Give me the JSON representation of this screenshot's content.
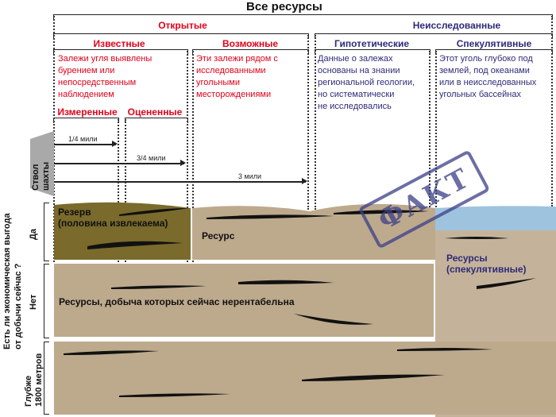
{
  "title": "Все ресурсы",
  "categories": {
    "open": "Открытые",
    "unexplored": "Неисследованные"
  },
  "subcategories": [
    {
      "label": "Известные",
      "desc": [
        "Залежи угля выявлены",
        "бурением или",
        "непосредственным",
        "наблюдением"
      ]
    },
    {
      "label": "Возможные",
      "desc": [
        "Эти залежи рядом с",
        "исследованными",
        "угольными",
        "месторождениями"
      ]
    },
    {
      "label": "Гипотетические",
      "desc": [
        "Данные о залежах",
        "основаны на знании",
        "региональной геологии,",
        "но систематически",
        "не исследовались"
      ]
    },
    {
      "label": "Спекулятивные",
      "desc": [
        "Этот уголь глубоко под",
        "землей, под океанами",
        "или в неисследованных",
        "угольных бассейнах"
      ]
    }
  ],
  "known_split": {
    "measured": "Измеренные",
    "estimated": "Оцененные"
  },
  "shaft": [
    "Ствол",
    "шахты"
  ],
  "distances": [
    "1/4 мили",
    "3/4 мили",
    "3 мили"
  ],
  "layers": {
    "reserve": [
      "Резерв",
      "(половина извлекаема)"
    ],
    "resource": "Ресурс",
    "uneconomic": "Ресурсы, добыча которых сейчас нерентабельна",
    "speculative": [
      "Ресурсы",
      "(спекулятивные)"
    ]
  },
  "axis": {
    "question": [
      "Есть ли экономическая выгода",
      "от добычи сейчас ?"
    ],
    "yes": "Да",
    "no": "Нет",
    "deep": [
      "Глубже",
      "1800 метров"
    ]
  },
  "stamp": "ФАКТ",
  "colors": {
    "open": "#e2001a",
    "unexplored": "#2e2a78",
    "reserve": "#7a6a2c",
    "ground": "#bda98c",
    "water": "#9ec3de"
  }
}
